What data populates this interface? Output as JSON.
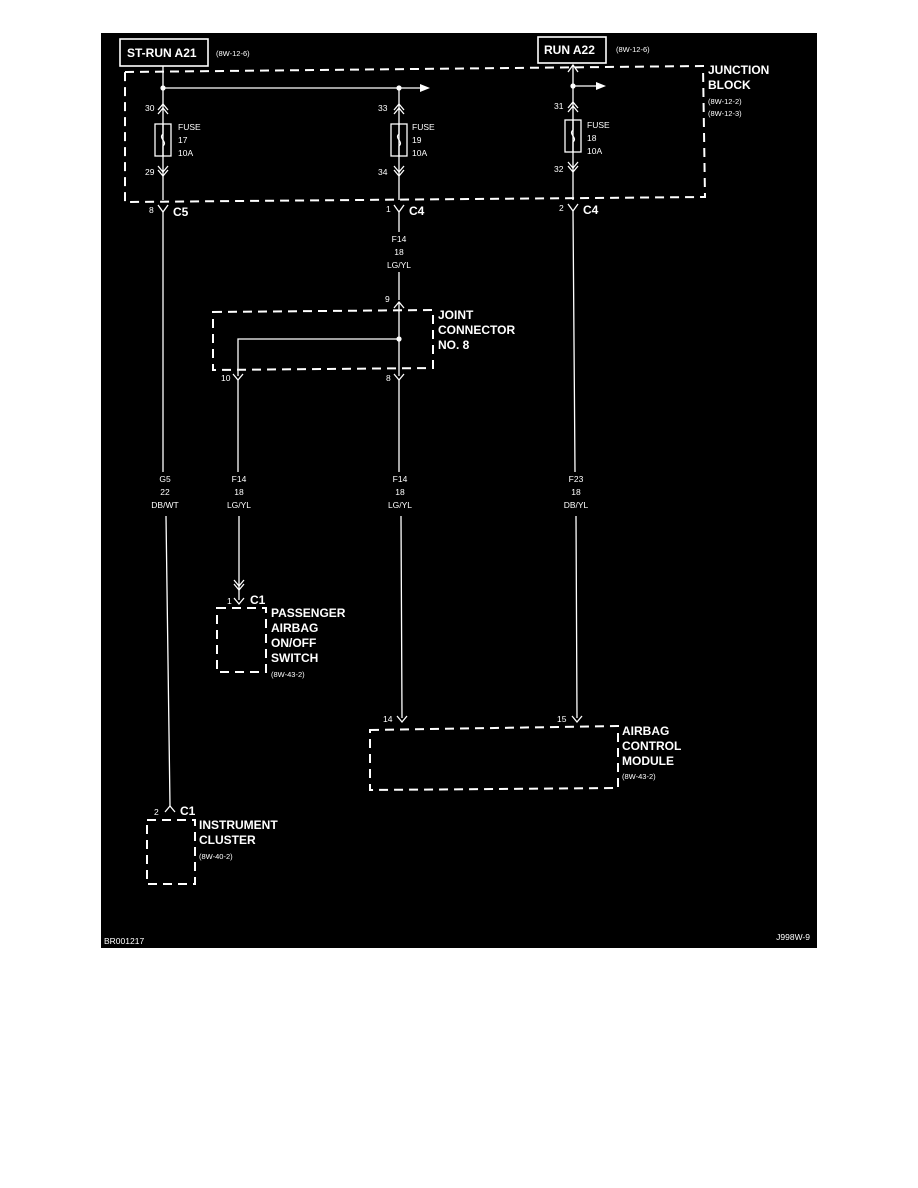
{
  "colors": {
    "background": "#000000",
    "line": "#ffffff",
    "page": "#ffffff"
  },
  "sources": {
    "st_run": {
      "label": "ST-RUN A21",
      "ref": "(8W-12-6)"
    },
    "run": {
      "label": "RUN A22",
      "ref": "(8W-12-6)"
    }
  },
  "junction_block": {
    "line1": "JUNCTION",
    "line2": "BLOCK",
    "ref1": "(8W-12-2)",
    "ref2": "(8W-12-3)"
  },
  "fuses": [
    {
      "in_pin": "30",
      "out_pin": "29",
      "label": "FUSE",
      "number": "17",
      "rating": "10A"
    },
    {
      "in_pin": "33",
      "out_pin": "34",
      "label": "FUSE",
      "number": "19",
      "rating": "10A"
    },
    {
      "in_pin": "31",
      "out_pin": "32",
      "label": "FUSE",
      "number": "18",
      "rating": "10A"
    }
  ],
  "connectors": {
    "c5": {
      "pin": "8",
      "name": "C5"
    },
    "c4a": {
      "pin": "1",
      "name": "C4"
    },
    "c4b": {
      "pin": "2",
      "name": "C4"
    }
  },
  "wires": {
    "f14_top": {
      "circuit": "F14",
      "gauge": "18",
      "color": "LG/YL"
    },
    "g5": {
      "circuit": "G5",
      "gauge": "22",
      "color": "DB/WT"
    },
    "f14_left": {
      "circuit": "F14",
      "gauge": "18",
      "color": "LG/YL"
    },
    "f14_mid": {
      "circuit": "F14",
      "gauge": "18",
      "color": "LG/YL"
    },
    "f23": {
      "circuit": "F23",
      "gauge": "18",
      "color": "DB/YL"
    }
  },
  "joint_connector": {
    "line1": "JOINT",
    "line2": "CONNECTOR",
    "line3": "NO. 8",
    "pin_in": "9",
    "pin_left": "10",
    "pin_right": "8"
  },
  "passenger_switch": {
    "pin": "1",
    "connector": "C1",
    "line1": "PASSENGER",
    "line2": "AIRBAG",
    "line3": "ON/OFF",
    "line4": "SWITCH",
    "ref": "(8W-43-2)"
  },
  "airbag_module": {
    "pin_a": "14",
    "pin_b": "15",
    "line1": "AIRBAG",
    "line2": "CONTROL",
    "line3": "MODULE",
    "ref": "(8W-43-2)"
  },
  "instrument_cluster": {
    "pin": "2",
    "connector": "C1",
    "line1": "INSTRUMENT",
    "line2": "CLUSTER",
    "ref": "(8W-40-2)"
  },
  "footer": {
    "left_code": "BR001217",
    "right_code": "J998W-9"
  }
}
